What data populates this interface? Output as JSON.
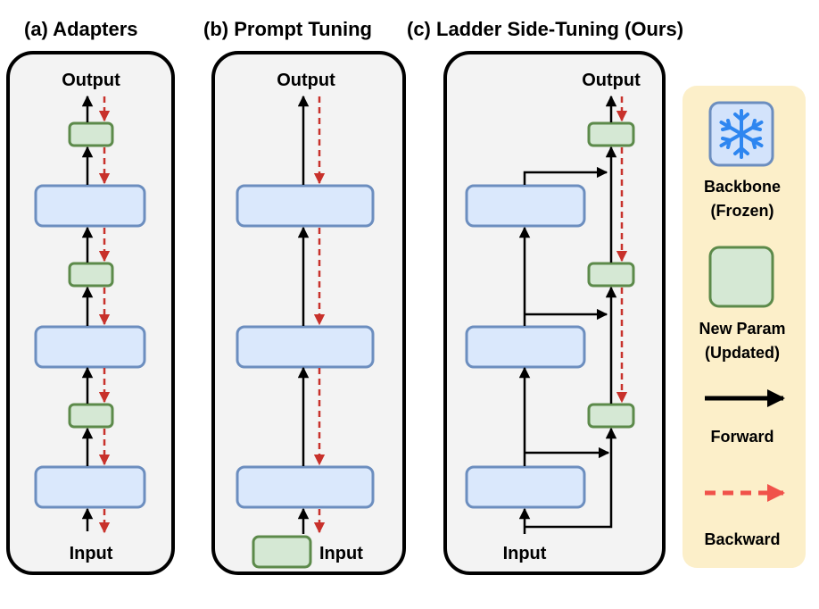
{
  "panels": {
    "a": {
      "title": "(a) Adapters",
      "output": "Output",
      "input": "Input"
    },
    "b": {
      "title": "(b) Prompt Tuning",
      "output": "Output",
      "input": "Input"
    },
    "c": {
      "title": "(c) Ladder Side-Tuning (Ours)",
      "output": "Output",
      "input": "Input"
    }
  },
  "legend": {
    "backbone_line1": "Backbone",
    "backbone_line2": "(Frozen)",
    "newparam_line1": "New Param",
    "newparam_line2": "(Updated)",
    "forward": "Forward",
    "backward": "Backward",
    "icon": "snowflake-icon"
  },
  "colors": {
    "frozen_fill": "#dae8fc",
    "frozen_stroke": "#6c8ebf",
    "new_fill": "#d5e8d4",
    "new_stroke": "#5c8a4a",
    "forward": "#000000",
    "backward": "#c8312b",
    "legend_bg": "#fcefc9",
    "panel_bg": "#f3f3f3"
  }
}
